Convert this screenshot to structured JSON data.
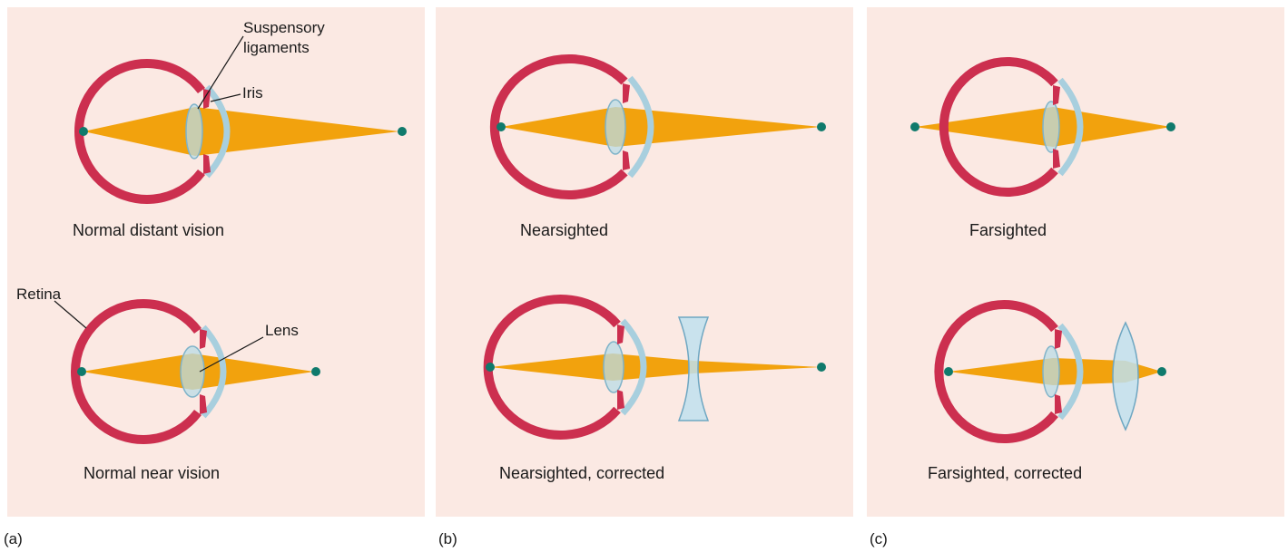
{
  "panels": {
    "a": {
      "letter": "(a)",
      "top_caption": "Normal distant vision",
      "bottom_caption": "Normal near vision",
      "labels": {
        "suspensory_1": "Suspensory",
        "suspensory_2": "ligaments",
        "iris": "Iris",
        "retina": "Retina",
        "lens": "Lens"
      }
    },
    "b": {
      "letter": "(b)",
      "top_caption": "Nearsighted",
      "bottom_caption": "Nearsighted, corrected"
    },
    "c": {
      "letter": "(c)",
      "top_caption": "Farsighted",
      "bottom_caption": "Farsighted, corrected"
    }
  },
  "colors": {
    "panel_bg": "#fbe9e3",
    "eye_wall": "#cc2f4f",
    "lens": "#b9dbe6",
    "cornea": "#a8cfde",
    "light": "#f2a20d",
    "point": "#0f7a6c",
    "corrective_lens": "#bfe0ef"
  }
}
